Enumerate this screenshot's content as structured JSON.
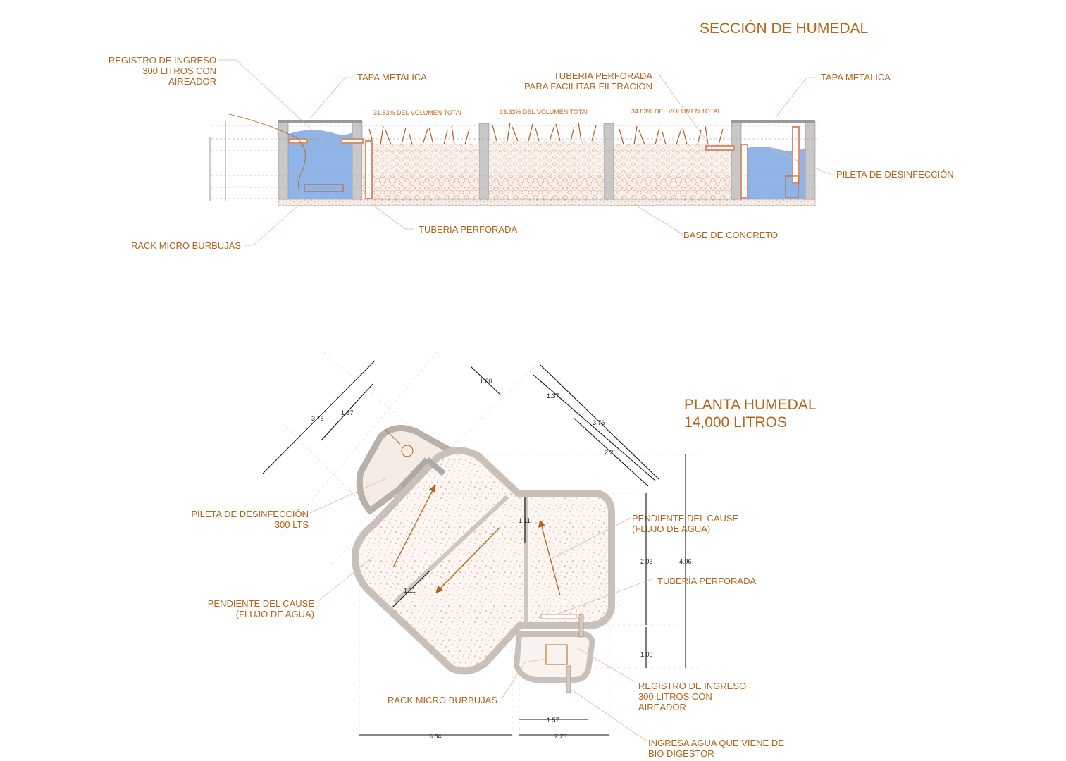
{
  "colors": {
    "accent": "#b5621a",
    "water": "#5b8fd6",
    "gravel": "#c9735a",
    "concrete": "#bcbcbc"
  },
  "section": {
    "title": "SECCIÓN DE HUMEDAL",
    "labels": {
      "registro": "REGISTRO DE INGRESO\n300 LITROS CON\nAIREADOR",
      "tapa_left": "TAPA METALICA",
      "tuberia_perforada_top": "TUBERIA PERFORADA\nPARA FACILITAR FILTRACIÓN",
      "tapa_right": "TAPA METALICA",
      "pileta": "PILETA DE DESINFECCIÓN",
      "rack": "RACK MICRO BURBUJAS",
      "tuberia_perforada_bottom": "TUBERÍA PERFORADA",
      "base": "BASE DE CONCRETO"
    },
    "volumes": [
      "31.83% DEL VOLUMEN TOTAl",
      "33.33% DEL VOLUMEN TOTAl",
      "34.83% DEL VOLUMEN TOTAl"
    ]
  },
  "plan": {
    "title": "PLANTA HUMEDAL\n14,000 LITROS",
    "labels": {
      "pileta": "PILETA DE DESINFECCIÓN\n300 LTS",
      "pendiente_left": "PENDIENTE DEL CAUSE\n(FLUJO DE AGUA)",
      "pendiente_right": "PENDIENTE DEL CAUSE\n(FLUJO DE AGUA)",
      "tuberia": "TUBERÍA PERFORADA",
      "rack": "RACK MICRO BURBUJAS",
      "registro": "REGISTRO DE INGRESO\n300 LITROS CON\nAIREADOR",
      "ingresa": "INGRESA AGUA QUE VIENE DE\nBIO DIGESTOR"
    },
    "dims": {
      "d376a": "3.76",
      "d157a": "1.57",
      "d100a": "1.00",
      "d137": "1.37",
      "d376b": "3.76",
      "d225": "2.25",
      "d111a": "1.11",
      "d111b": "1.11",
      "d293": "2.93",
      "d496": "4.96",
      "d100b": "1.00",
      "d157b": "1.57",
      "d584": "5.84",
      "d223": "2.23"
    }
  }
}
